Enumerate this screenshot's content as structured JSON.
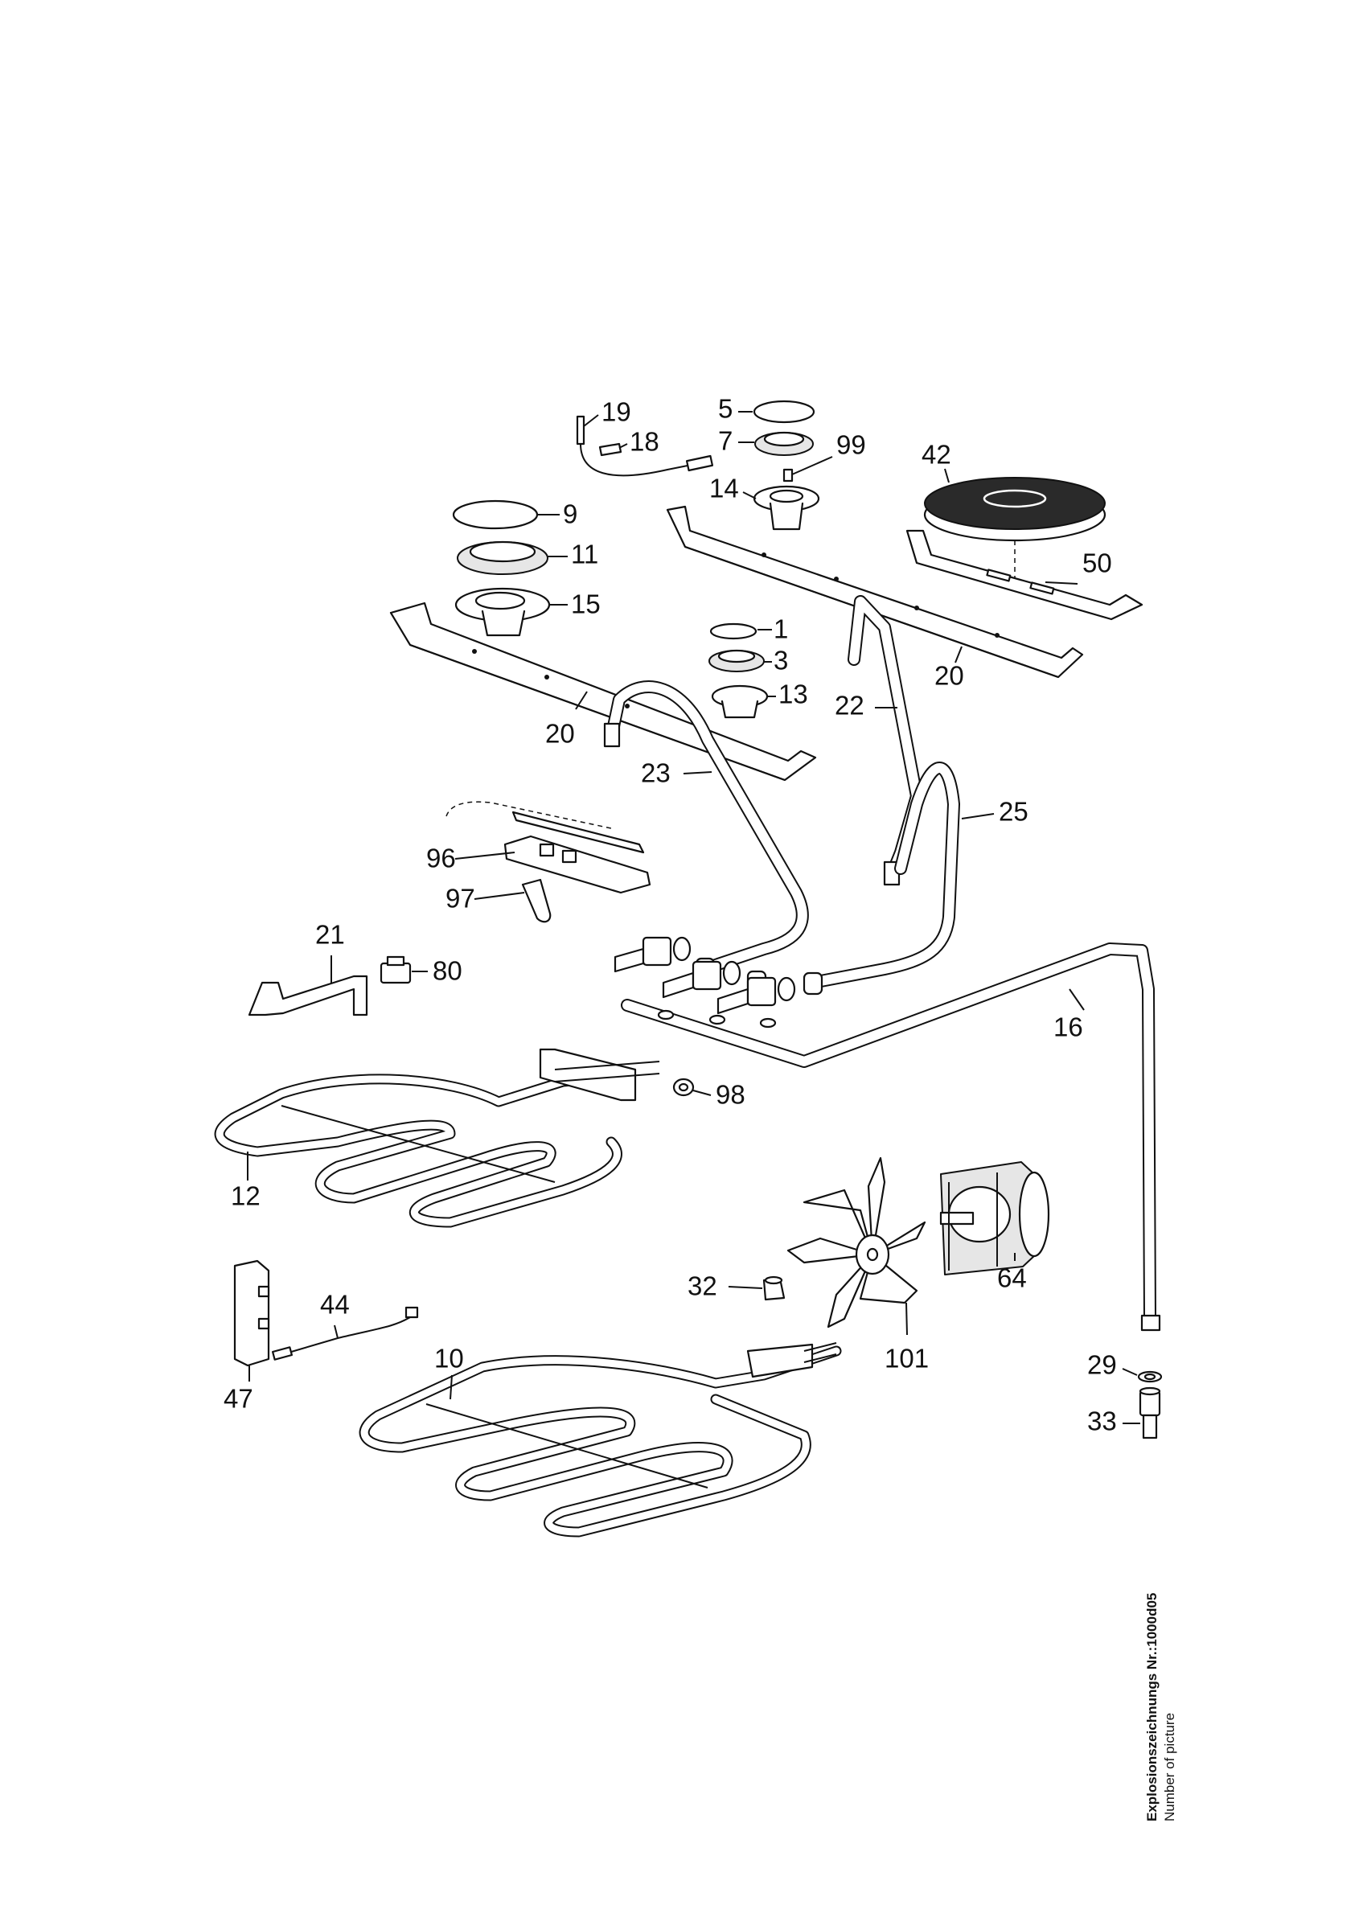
{
  "callouts": [
    {
      "id": "1",
      "label": "1"
    },
    {
      "id": "3",
      "label": "3"
    },
    {
      "id": "5",
      "label": "5"
    },
    {
      "id": "7",
      "label": "7"
    },
    {
      "id": "9",
      "label": "9"
    },
    {
      "id": "10",
      "label": "10"
    },
    {
      "id": "11",
      "label": "11"
    },
    {
      "id": "12",
      "label": "12"
    },
    {
      "id": "13",
      "label": "13"
    },
    {
      "id": "14",
      "label": "14"
    },
    {
      "id": "15",
      "label": "15"
    },
    {
      "id": "16",
      "label": "16"
    },
    {
      "id": "18",
      "label": "18"
    },
    {
      "id": "19",
      "label": "19"
    },
    {
      "id": "20a",
      "label": "20"
    },
    {
      "id": "20b",
      "label": "20"
    },
    {
      "id": "21",
      "label": "21"
    },
    {
      "id": "22",
      "label": "22"
    },
    {
      "id": "23",
      "label": "23"
    },
    {
      "id": "25",
      "label": "25"
    },
    {
      "id": "29",
      "label": "29"
    },
    {
      "id": "32",
      "label": "32"
    },
    {
      "id": "33",
      "label": "33"
    },
    {
      "id": "42",
      "label": "42"
    },
    {
      "id": "44",
      "label": "44"
    },
    {
      "id": "47",
      "label": "47"
    },
    {
      "id": "50",
      "label": "50"
    },
    {
      "id": "64",
      "label": "64"
    },
    {
      "id": "80",
      "label": "80"
    },
    {
      "id": "96",
      "label": "96"
    },
    {
      "id": "97",
      "label": "97"
    },
    {
      "id": "98",
      "label": "98"
    },
    {
      "id": "99",
      "label": "99"
    },
    {
      "id": "101",
      "label": "101"
    }
  ],
  "side_caption": {
    "title": "Explosionszeichnungs Nr.:1000d05",
    "subtitle": "Number of picture"
  }
}
